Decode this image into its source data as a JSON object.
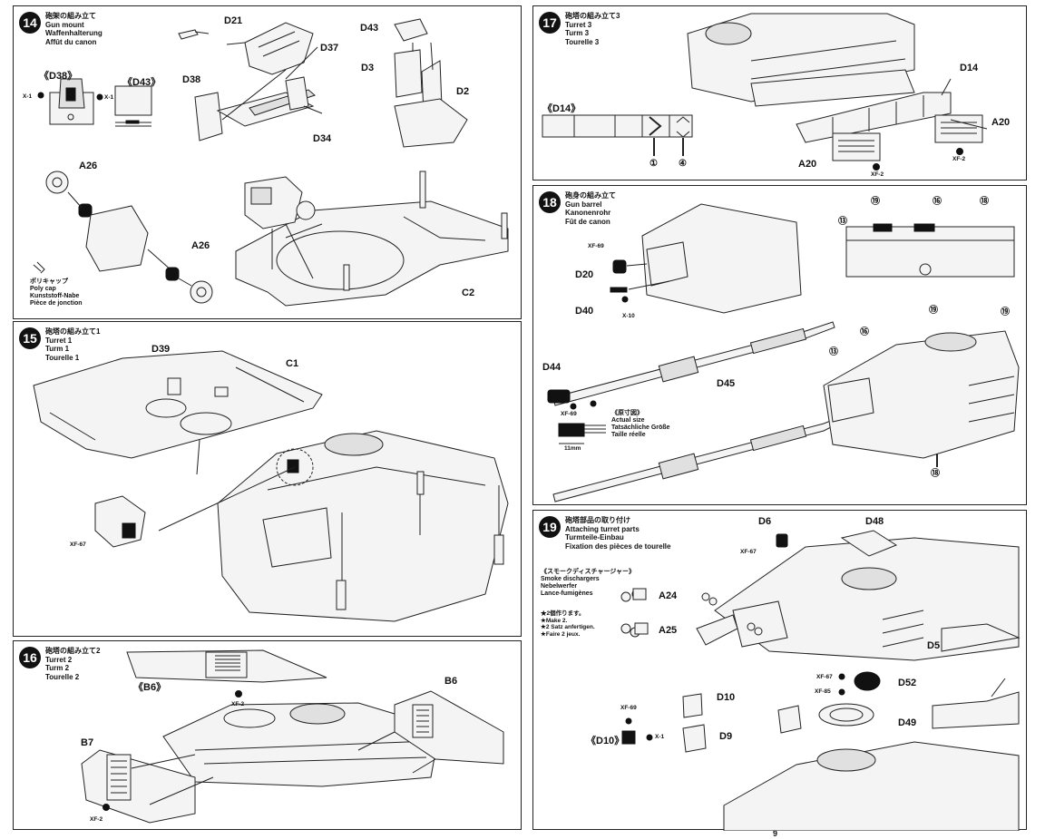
{
  "steps": {
    "s14": {
      "num": "14",
      "ja": "砲架の組み立て",
      "en": "Gun mount",
      "de": "Waffenhalterung",
      "fr": "Affût du canon"
    },
    "s15": {
      "num": "15",
      "ja": "砲塔の組み立て1",
      "en": "Turret 1",
      "de": "Turm 1",
      "fr": "Tourelle 1"
    },
    "s16": {
      "num": "16",
      "ja": "砲塔の組み立て2",
      "en": "Turret 2",
      "de": "Turm 2",
      "fr": "Tourelle 2"
    },
    "s17": {
      "num": "17",
      "ja": "砲塔の組み立て3",
      "en": "Turret 3",
      "de": "Turm 3",
      "fr": "Tourelle 3"
    },
    "s18": {
      "num": "18",
      "ja": "砲身の組み立て",
      "en": "Gun barrel",
      "de": "Kanonenrohr",
      "fr": "Fût de canon"
    },
    "s19": {
      "num": "19",
      "ja": "砲塔部品の取り付け",
      "en": "Attaching turret parts",
      "de": "Turmteile-Einbau",
      "fr": "Fixation des pièces de tourelle"
    }
  },
  "labels": {
    "D21": "D21",
    "D37": "D37",
    "D43": "D43",
    "D38": "D38",
    "D34": "D34",
    "D3": "D3",
    "D2": "D2",
    "D38b": "《D38》",
    "D43b": "《D43》",
    "X1": "X-1",
    "A26": "A26",
    "C2": "C2",
    "polycap_ja": "ポリキャップ",
    "polycap_en": "Poly cap",
    "polycap_de": "Kunststoff-Nabe",
    "polycap_fr": "Pièce de jonction",
    "D39": "D39",
    "C1": "C1",
    "XF67": "XF-67",
    "B6b": "《B6》",
    "XF2": "XF-2",
    "B6": "B6",
    "B7": "B7",
    "D14b": "《D14》",
    "D14": "D14",
    "A20": "A20",
    "c1": "①",
    "c4": "④",
    "XF69": "XF-69",
    "D20": "D20",
    "D40": "D40",
    "X10": "X-10",
    "D44": "D44",
    "D45": "D45",
    "actual_ja": "《原寸図》",
    "actual_en": "Actual size",
    "actual_de": "Tatsächliche Größe",
    "actual_fr": "Taille réelle",
    "mm": "11mm",
    "c13": "⑬",
    "c16": "⑯",
    "c18": "⑱",
    "c19": "⑲",
    "D6": "D6",
    "D48": "D48",
    "smoke_ja": "《スモークディスチャージャー》",
    "smoke_en": "Smoke dischargers",
    "smoke_de": "Nebelwerfer",
    "smoke_fr": "Lance-fumigènes",
    "make_ja": "★2個作ります。",
    "make_en": "★Make 2.",
    "make_de": "★2 Satz anfertigen.",
    "make_fr": "★Faire 2 jeux.",
    "A24": "A24",
    "A25": "A25",
    "D5": "D5",
    "D52": "D52",
    "XF85": "XF-85",
    "D49": "D49",
    "D10": "D10",
    "D10b": "《D10》",
    "D9": "D9"
  },
  "page_number": "9"
}
